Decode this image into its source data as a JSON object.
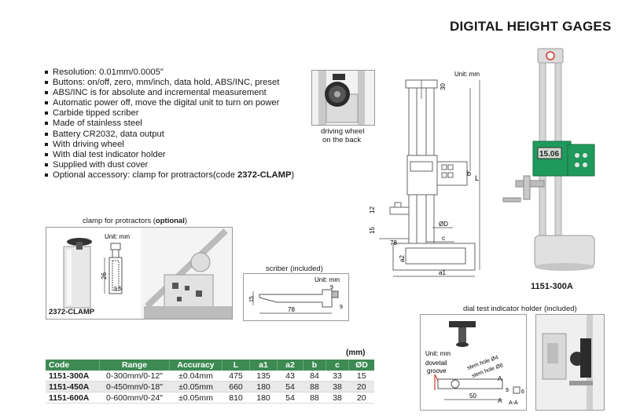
{
  "title": "DIGITAL HEIGHT GAGES",
  "features": [
    "Resolution: 0.01mm/0.0005\"",
    "Buttons: on/off, zero, mm/inch, data hold, ABS/INC, preset",
    "ABS/INC is for absolute and incremental measurement",
    "Automatic power off, move the digital unit to turn on power",
    "Carbide tipped scriber",
    "Made of stainless steel",
    "Battery CR2032, data output",
    "With driving wheel",
    "With dial test indicator holder",
    "Supplied with dust cover"
  ],
  "optional_accessory": {
    "prefix": "Optional accessory: clamp for protractors(code ",
    "code": "2372-CLAMP",
    "suffix": ")"
  },
  "driving_wheel": {
    "caption_line1": "driving wheel",
    "caption_line2": "on the back"
  },
  "dimension_drawing": {
    "unit": "Unit: mm",
    "labels": {
      "d30": "30",
      "b": "b",
      "L": "L",
      "d12": "12",
      "d15": "15",
      "OD": "ØD",
      "d78": "78",
      "c": "c",
      "a2": "a2",
      "a1": "a1"
    }
  },
  "product": {
    "model": "1151-300A",
    "display": "15.06"
  },
  "clamp": {
    "caption_prefix": "clamp for protractors (",
    "caption_bold": "optional",
    "caption_suffix": ")",
    "unit": "Unit: mm",
    "d26": "26",
    "d9_5": "9.5",
    "code": "2372-CLAMP"
  },
  "scriber": {
    "caption": "scriber (included)",
    "unit": "Unit: mm",
    "d9a": "9",
    "d15": "15",
    "d78": "78",
    "d9b": "9"
  },
  "dial_holder": {
    "caption": "dial test indicator holder (included)",
    "unit": "Unit: mm",
    "dovetail": "dovetail",
    "groove": "groove",
    "stem4": "stem hole Ø4",
    "stem8": "stem hole Ø8",
    "A1": "A",
    "A2": "A",
    "AA": "A-A",
    "d50": "50",
    "d9": "9",
    "d6": "6"
  },
  "table": {
    "unit": "(mm)",
    "headers": [
      "Code",
      "Range",
      "Accuracy",
      "L",
      "a1",
      "a2",
      "b",
      "c",
      "ØD"
    ],
    "rows": [
      [
        "1151-300A",
        "0-300mm/0-12\"",
        "±0.04mm",
        "475",
        "135",
        "43",
        "84",
        "33",
        "15"
      ],
      [
        "1151-450A",
        "0-450mm/0-18\"",
        "±0.05mm",
        "660",
        "180",
        "54",
        "88",
        "38",
        "20"
      ],
      [
        "1151-600A",
        "0-600mm/0-24\"",
        "±0.05mm",
        "810",
        "180",
        "54",
        "88",
        "38",
        "20"
      ]
    ]
  },
  "colors": {
    "header_green": "#3d8a52",
    "body_green": "#1f9a5c",
    "red": "#d23a2a"
  }
}
